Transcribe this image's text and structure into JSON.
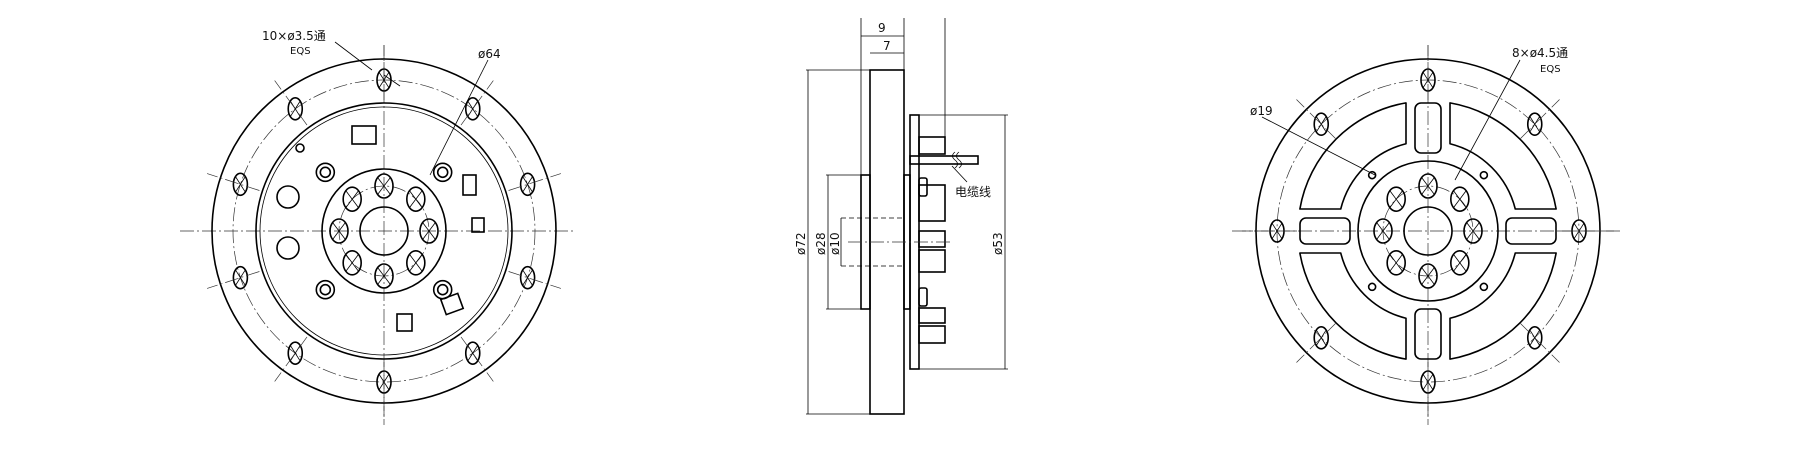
{
  "drawing": {
    "front_view": {
      "hole_note": "10×ø3.5通",
      "hole_note_eqs": "EQS",
      "bolt_circle_dim": "ø64",
      "outer_hole_count": 10
    },
    "side_view": {
      "dim_total_thickness": "9",
      "dim_plate_thickness": "7",
      "dim_outer_diameter": "ø72",
      "dim_hub_diameter": "ø28",
      "dim_bore_diameter": "ø10",
      "dim_pcb_diameter": "ø53",
      "cable_label": "电缆线"
    },
    "rear_view": {
      "hole_note": "8×ø4.5通",
      "hole_note_eqs": "EQS",
      "inner_dim": "ø19",
      "outer_hole_count": 8
    }
  }
}
